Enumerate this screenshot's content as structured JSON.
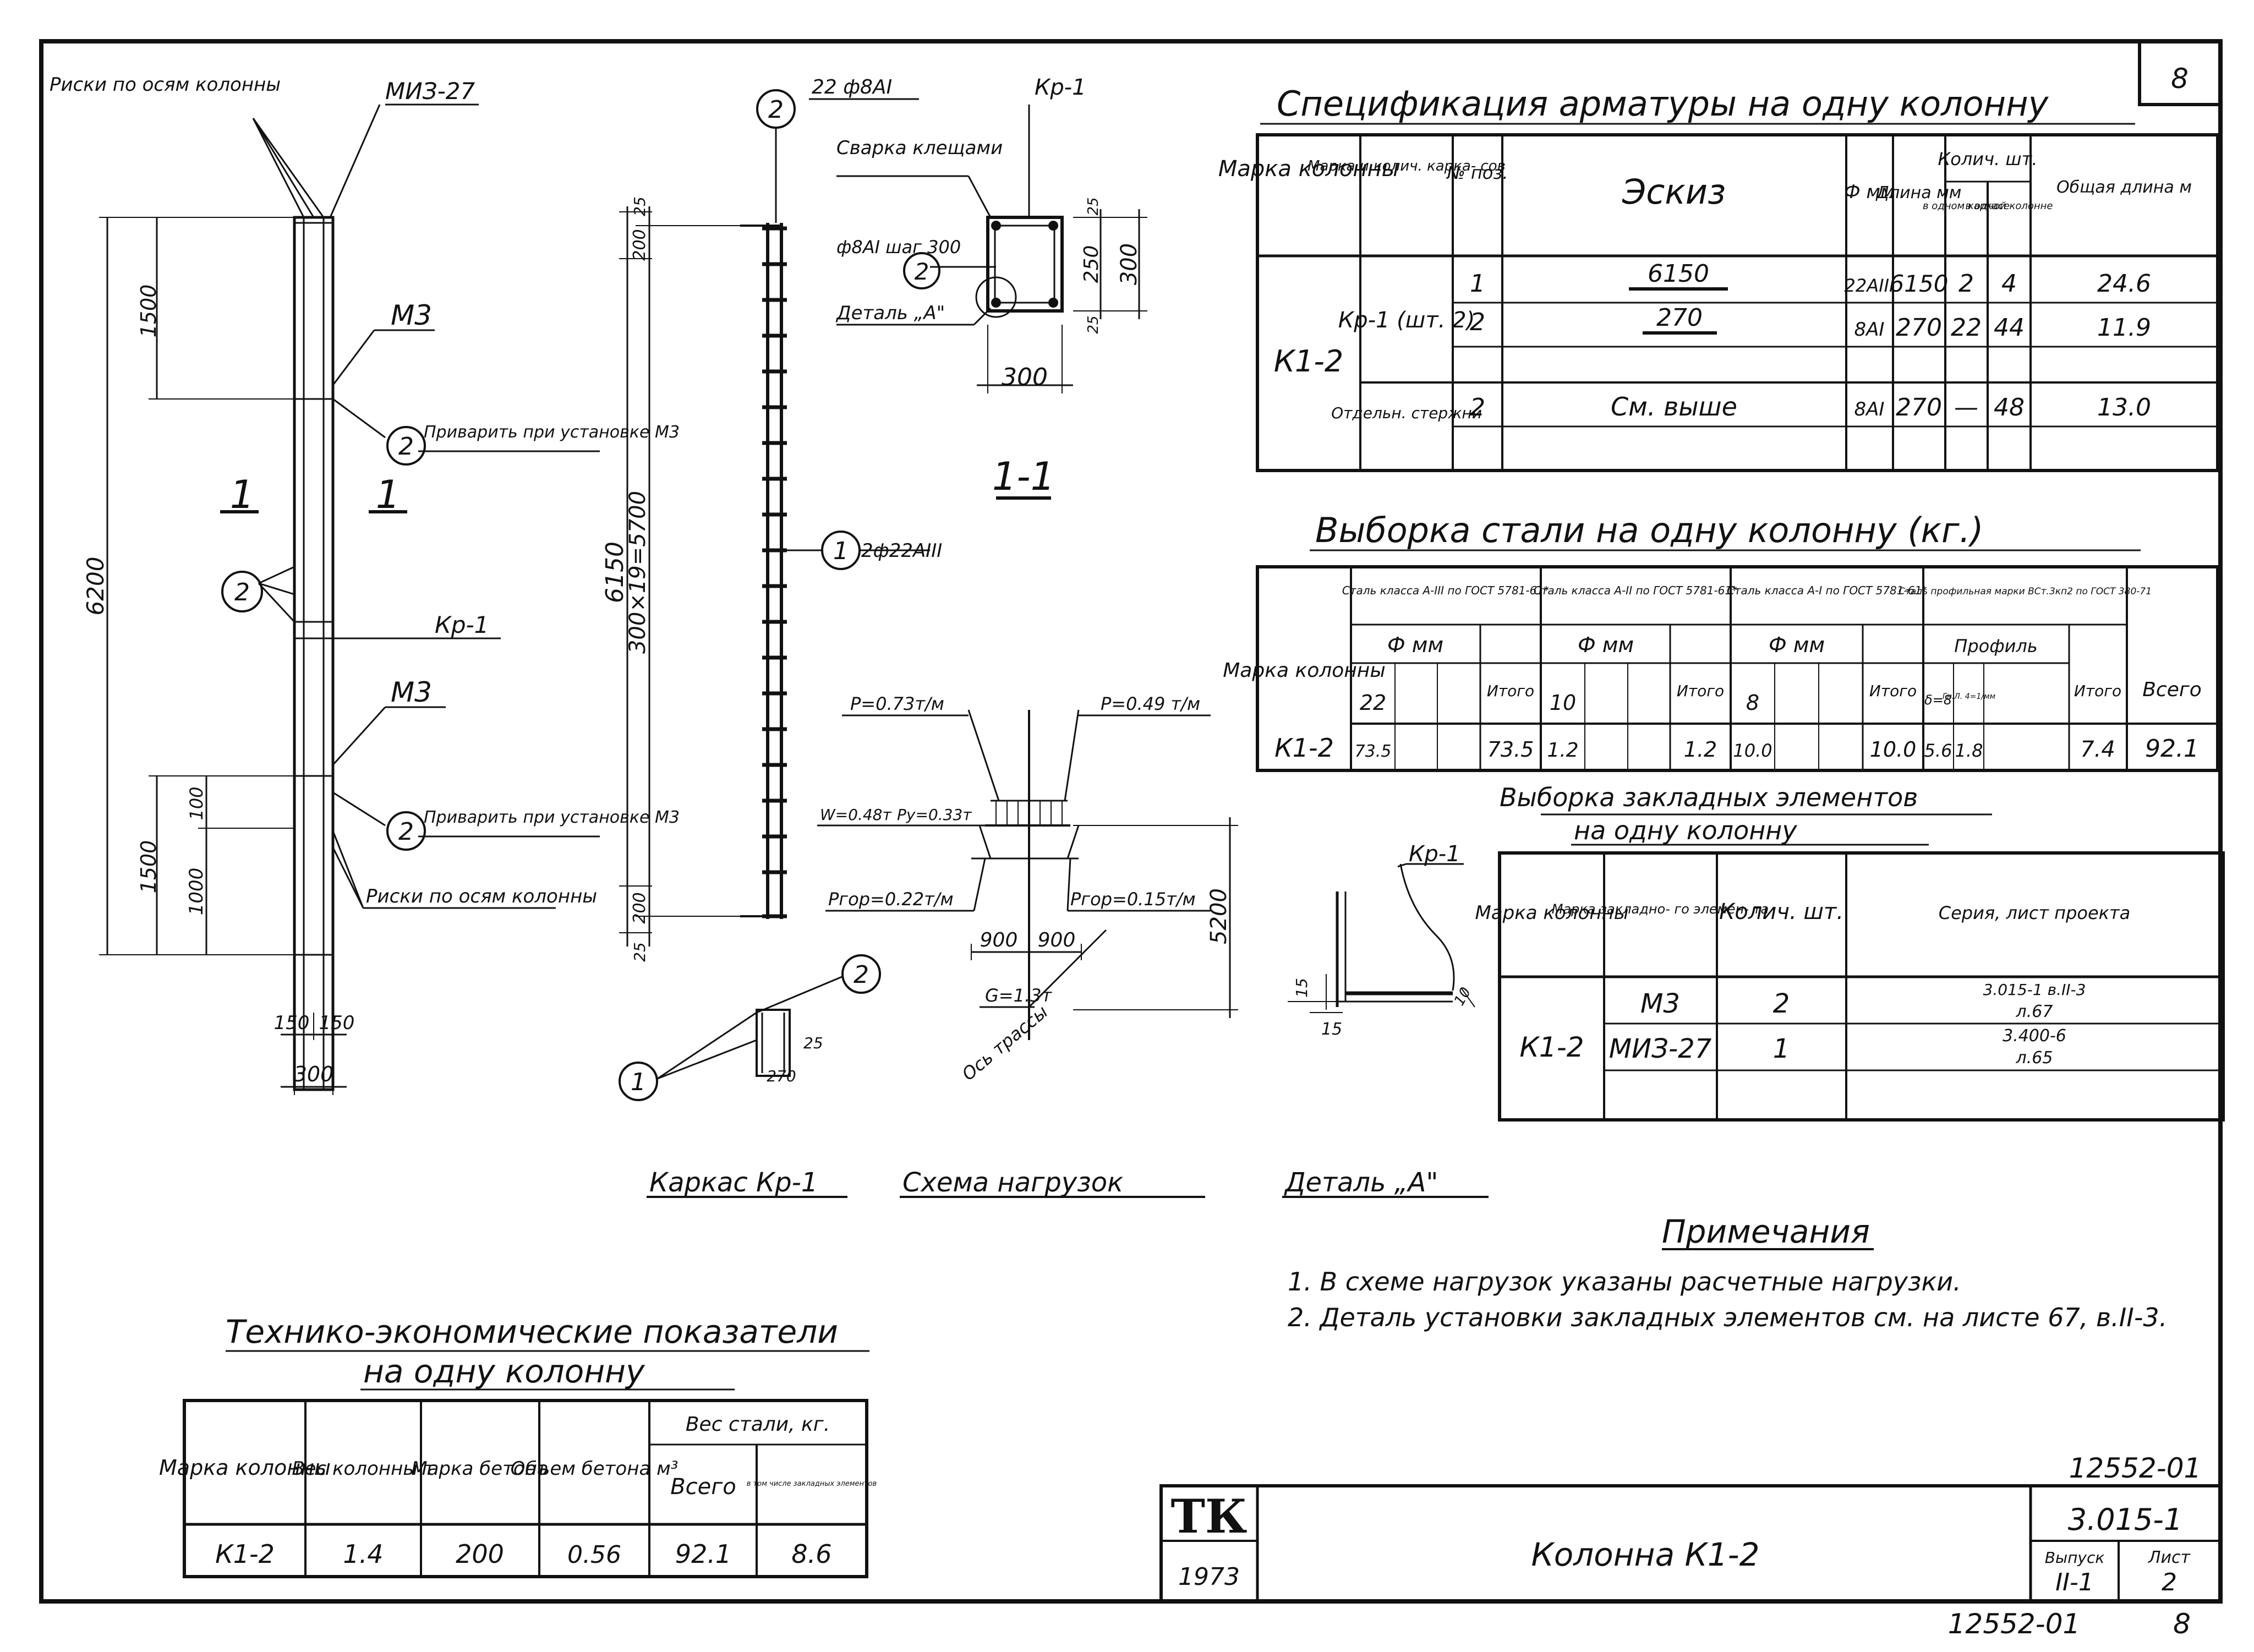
{
  "sheet_number_corner": "8",
  "archive_number_top": "12552-01",
  "archive_number_bottom": "12552-01",
  "archive_page_bottom": "8",
  "column_elevation": {
    "label_risks_top": "Риски по осям колонны",
    "label_miz": "МИЗ-27",
    "label_m3_upper": "М3",
    "label_m3_lower": "М3",
    "label_weld_upper": "Приварить при установке М3",
    "label_weld_lower": "Приварить при установке М3",
    "label_kr1": "Кр-1",
    "label_risks_bottom": "Риски по осям колонны",
    "callout_2_upper": "2",
    "callout_2_left": "2",
    "callout_2_lower": "2",
    "section_mark_left": "1",
    "section_mark_right": "1",
    "dim_1500_top": "1500",
    "dim_6200": "6200",
    "dim_100": "100",
    "dim_1000": "1000",
    "dim_1500_bottom": "1500",
    "dim_150_left": "150",
    "dim_150_right": "150",
    "dim_300": "300"
  },
  "cage_kr1": {
    "title": "Каркас Кр-1",
    "callout_2_top": "2",
    "bar_22": "22 ф8АI",
    "label_kr1": "Кр-1",
    "callout_1": "1",
    "bar_2_22": "2ф22АIII",
    "dim_6150": "6150",
    "dim_300x19": "300×19=5700",
    "dim_200_top": "200",
    "dim_25_top": "25",
    "dim_200_bottom": "200",
    "dim_25_bottom": "25",
    "callout_2_detail": "2",
    "callout_1_detail": "1",
    "dim_270": "270",
    "dim_25_detail": "25"
  },
  "section_1_1": {
    "title": "1-1",
    "weld": "Сварка клещами",
    "bar_label": "ф8АI шаг 300",
    "callout_2": "2",
    "detail_ref": "Деталь „А\"",
    "label_kr1": "Кр-1",
    "dim_300_bottom": "300",
    "dim_250": "250",
    "dim_300_right": "300",
    "dim_25_a": "25",
    "dim_25_b": "25"
  },
  "load_scheme": {
    "title": "Схема нагрузок",
    "p_left": "P=0.73т/м",
    "p_right": "P=0.49 т/м",
    "w": "W=0.48т",
    "py": "Py=0.33т",
    "phor_left": "Pгор=0.22т/м",
    "phor_right": "Pгор=0.15т/м",
    "dim_900_left": "900",
    "dim_900_right": "900",
    "dim_5200": "5200",
    "g": "G=1.3т",
    "axis": "Ось трассы"
  },
  "detail_a": {
    "title": "Деталь „А\"",
    "label_kr1": "Кр-1",
    "dim_15_left": "15",
    "dim_15_bottom": "15",
    "dim_10": "10"
  },
  "spec_table": {
    "title": "Спецификация арматуры на одну колонну",
    "h_mark_col": "Марка колонны",
    "h_mark_cage": "Марка и колич. карка- сов",
    "h_pos": "№ поз.",
    "h_sketch": "Эскиз",
    "h_dia": "Ф мм",
    "h_len": "Длина мм",
    "h_qty": "Колич. шт.",
    "h_qty_one": "в одном каркасе",
    "h_qty_col": "в одной колонне",
    "h_total": "Общая длина м",
    "col_mark": "К1-2",
    "cage": "Кр-1 (шт. 2)",
    "separate": "Отдельн. стержни",
    "rows": [
      {
        "pos": "1",
        "sketch": "6150",
        "dia": "22АIII",
        "len": "6150",
        "q1": "2",
        "q2": "4",
        "total": "24.6"
      },
      {
        "pos": "2",
        "sketch": "270",
        "dia": "8АI",
        "len": "270",
        "q1": "22",
        "q2": "44",
        "total": "11.9"
      },
      {
        "pos": "2",
        "sketch": "См. выше",
        "dia": "8АI",
        "len": "270",
        "q1": "—",
        "q2": "48",
        "total": "13.0"
      }
    ]
  },
  "steel_table": {
    "title": "Выборка стали на одну колонну (кг.)",
    "h_mark": "Марка колонны",
    "h_cls3": "Сталь класса А-III по ГОСТ 5781-61*",
    "h_cls2": "Сталь класса А-II по ГОСТ 5781-61*",
    "h_cls1": "Сталь класса А-I по ГОСТ 5781-61*",
    "h_prof": "Сталь профильная марки ВСт.3кп2 по ГОСТ 380-71",
    "h_fmm": "Ф мм",
    "h_profile": "Профиль",
    "h_itogo": "Итого",
    "h_vsego": "Всего",
    "d22": "22",
    "d10": "10",
    "d8": "8",
    "p8": "δ=8",
    "pb": "Гн.Л. 4=1/мм",
    "mark": "К1-2",
    "v22": "73.5",
    "t1": "73.5",
    "v10": "1.2",
    "t2": "1.2",
    "v8": "10.0",
    "t3": "10.0",
    "vp1": "5.6",
    "vp2": "1.8",
    "t4": "7.4",
    "total": "92.1"
  },
  "embed_table": {
    "title1": "Выборка закладных элементов",
    "title2": "на одну колонну",
    "h_mark": "Марка колонны",
    "h_elem": "Марка закладно- го элемен- та",
    "h_qty": "Колич. шт.",
    "h_series": "Серия, лист проекта",
    "mark": "К1-2",
    "rows": [
      {
        "elem": "М3",
        "qty": "2",
        "series1": "3.015-1 в.II-3",
        "series2": "л.67"
      },
      {
        "elem": "МИЗ-27",
        "qty": "1",
        "series1": "3.400-6",
        "series2": "л.65"
      }
    ]
  },
  "notes": {
    "title": "Примечания",
    "n1": "1. В схеме нагрузок указаны расчетные нагрузки.",
    "n2": "2. Деталь установки закладных элементов см. на листе 67, в.II-3."
  },
  "tech_table": {
    "title1": "Технико-экономические показатели",
    "title2": "на одну колонну",
    "h_mark": "Марка колонны",
    "h_weight": "Вес колонны т",
    "h_concrete": "Марка бетона",
    "h_volume": "Объем бетона м³",
    "h_steel": "Вес стали, кг.",
    "h_total": "Всего",
    "h_embed": "в том числе закладных элементов",
    "mark": "К1-2",
    "weight": "1.4",
    "concrete": "200",
    "volume": "0.56",
    "steel_total": "92.1",
    "steel_embed": "8.6"
  },
  "title_block": {
    "logo": "ТК",
    "year": "1973",
    "name": "Колонна К1-2",
    "series": "3.015-1",
    "vypusk_label": "Выпуск",
    "vypusk": "II-1",
    "list_label": "Лист",
    "list": "2"
  }
}
